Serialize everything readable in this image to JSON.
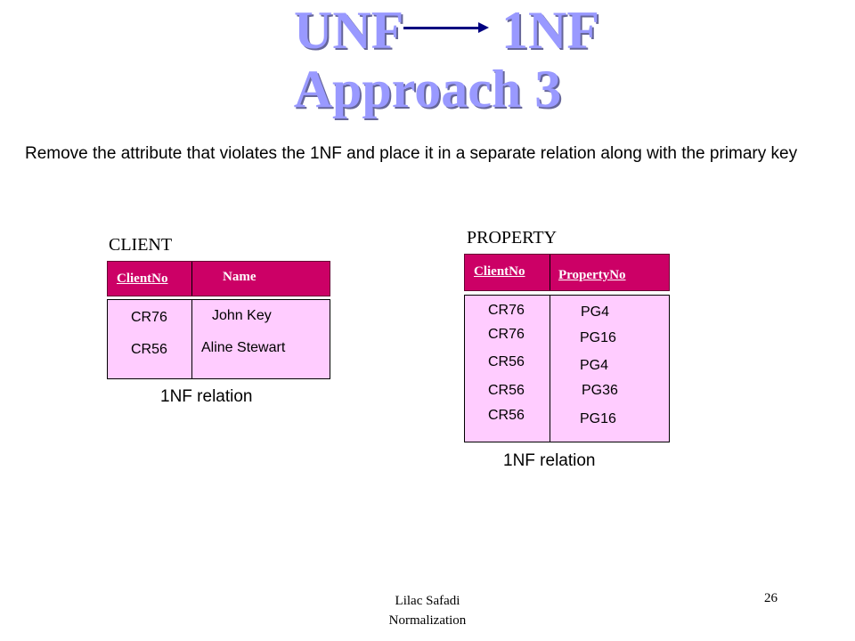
{
  "title": {
    "left": "UNF",
    "right": "1NF",
    "line2": "Approach 3"
  },
  "description": "Remove the attribute that violates the 1NF and place it in a separate relation along with the primary key",
  "client": {
    "label": "CLIENT",
    "headers": [
      "ClientNo",
      "Name"
    ],
    "rows": [
      [
        "CR76",
        "John Key"
      ],
      [
        "CR56",
        "Aline Stewart"
      ]
    ],
    "caption": "1NF relation"
  },
  "property": {
    "label": "PROPERTY",
    "headers": [
      "ClientNo",
      "PropertyNo"
    ],
    "client_col": [
      "CR76",
      "CR76",
      "CR56",
      "CR56",
      "CR56"
    ],
    "property_col": [
      "PG4",
      "PG16",
      "PG4",
      "PG36",
      "PG16"
    ],
    "caption": "1NF relation"
  },
  "footer": {
    "author": "Lilac Safadi",
    "topic": "Normalization",
    "page": "26"
  }
}
